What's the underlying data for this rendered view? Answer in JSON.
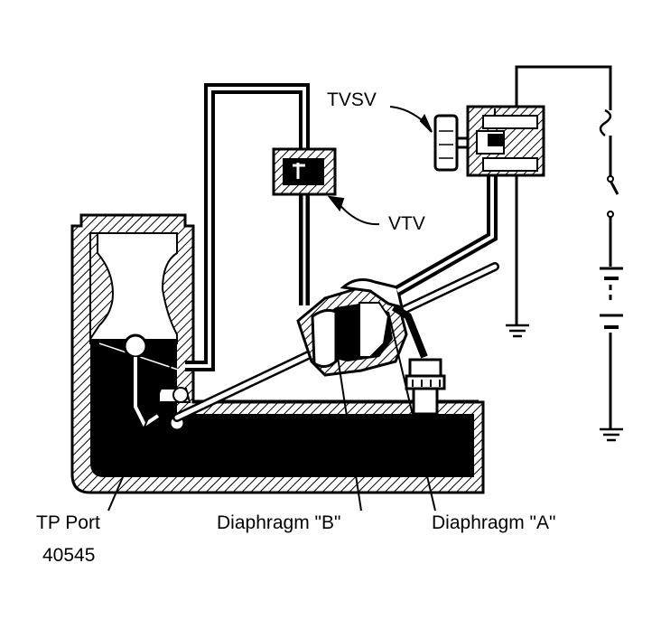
{
  "labels": {
    "tvsv": "TVSV",
    "vtv": "VTV",
    "tp_port": "TP Port",
    "diaphragm_b": "Diaphragm \"B\"",
    "diaphragm_a": "Diaphragm \"A\"",
    "figure_number": "40545"
  },
  "colors": {
    "ink": "#000000",
    "paper": "#ffffff"
  }
}
